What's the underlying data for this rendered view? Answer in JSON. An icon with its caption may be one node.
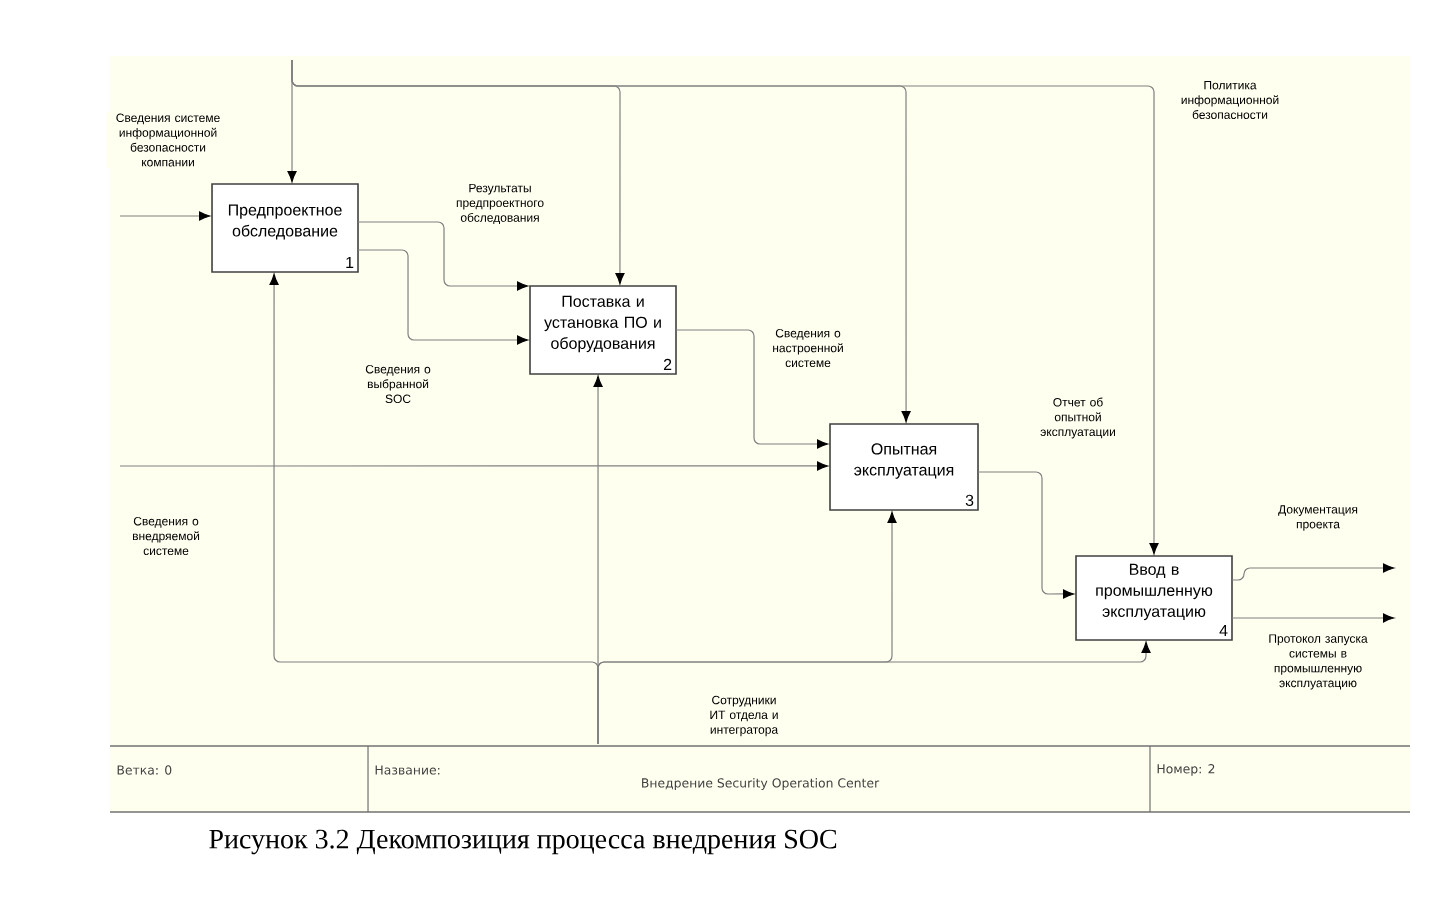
{
  "diagram": {
    "caption": "Рисунок 3.2 Декомпозиция процесса внедрения SOC",
    "nodes": [
      {
        "text": [
          "Предпроектное обследование",
          "1"
        ]
      },
      {
        "text": [
          "Поставка и установка ПО и оборудования",
          "2"
        ]
      },
      {
        "text": [
          "Опытная эксплуатация",
          "3"
        ]
      },
      {
        "text": [
          "Ввод в промышленную эксплуатацию",
          "4"
        ]
      }
    ],
    "edges": [
      {
        "from": null,
        "to": 0,
        "arrow": "to",
        "label": "Сведения системе информационной безопасности компании"
      },
      {
        "from": null,
        "to": 0,
        "arrow": "to"
      },
      {
        "from": null,
        "to": 1,
        "arrow": "to"
      },
      {
        "from": null,
        "to": 2,
        "arrow": "to"
      },
      {
        "from": null,
        "to": 3,
        "arrow": "to",
        "label": "Политика информационной безопасности"
      },
      {
        "from": 0,
        "to": 1,
        "arrow": "to",
        "label": "Результаты предпроектного обследования"
      },
      {
        "from": 0,
        "to": 1,
        "arrow": "to",
        "label": "Сведения о выбранной SOC"
      },
      {
        "from": 1,
        "to": 2,
        "arrow": "to",
        "label": "Сведения о настроенной системе"
      },
      {
        "from": null,
        "to": 2,
        "arrow": "to",
        "label": "Сведения о внедряемой системе"
      },
      {
        "from": 2,
        "to": 3,
        "arrow": "to",
        "label": "Отчет об опытной эксплуатации"
      },
      {
        "from": 3,
        "to": null,
        "arrow": "to",
        "label": "Документация проекта"
      },
      {
        "from": 3,
        "to": null,
        "arrow": "to",
        "label": "Протокол запуска системы в промышленную эксплуатацию"
      },
      {
        "from": null,
        "to": 1,
        "arrow": "to"
      },
      {
        "from": null,
        "to": 0,
        "arrow": "to"
      },
      {
        "from": null,
        "to": 2,
        "arrow": "to",
        "label": "Сотрудники ИТ отдела и интегратора"
      },
      {
        "from": null,
        "to": 3,
        "arrow": "to"
      }
    ],
    "labels": [
      "Ветка: 0",
      "Название:",
      "Внедрение Security Operation Center",
      "Номер: 2"
    ]
  }
}
